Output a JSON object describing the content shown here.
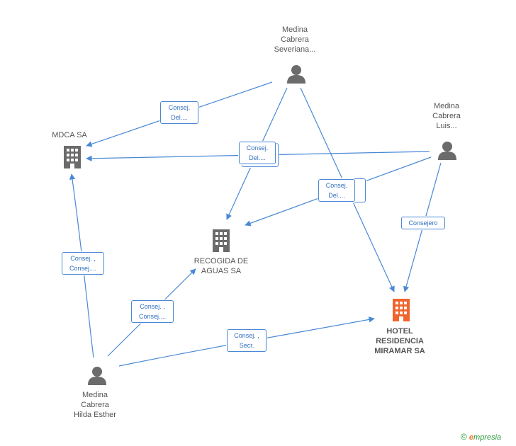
{
  "colors": {
    "edge": "#4a88d6",
    "person": "#6b6b6b",
    "company": "#6b6b6b",
    "target": "#f0642d"
  },
  "nodes": {
    "medina_severiana": {
      "lines": [
        "Medina",
        "Cabrera",
        "Severiana..."
      ],
      "icon": "person-icon"
    },
    "medina_luis": {
      "lines": [
        "Medina",
        "Cabrera",
        "Luis..."
      ],
      "icon": "person-icon"
    },
    "mdca": {
      "lines": [
        "MDCA SA"
      ],
      "icon": "building-icon"
    },
    "recogida": {
      "lines": [
        "RECOGIDA DE",
        "AGUAS SA"
      ],
      "icon": "building-icon"
    },
    "hotel": {
      "lines": [
        "HOTEL",
        "RESIDENCIA",
        "MIRAMAR SA"
      ],
      "icon": "building-icon"
    },
    "medina_hilda": {
      "lines": [
        "Medina",
        "Cabrera",
        "Hilda Esther"
      ],
      "icon": "person-icon"
    }
  },
  "edge_labels": {
    "sev_mdca": [
      "Consej.",
      "Del...."
    ],
    "center_back": [],
    "center": [
      "Consej.",
      "Del...."
    ],
    "right_back": [],
    "right_front": [
      "Consej.",
      "Del...."
    ],
    "luis_hotel": [
      "Consejero"
    ],
    "hilda_mdca": [
      "Consej. ,",
      "Consej...."
    ],
    "hilda_recogida": [
      "Consej. ,",
      "Consej...."
    ],
    "hilda_hotel": [
      "Consej. ,",
      "Secr."
    ]
  },
  "footer": {
    "copyright": "©",
    "brand_initial": "e",
    "brand_rest": "mpresia"
  }
}
